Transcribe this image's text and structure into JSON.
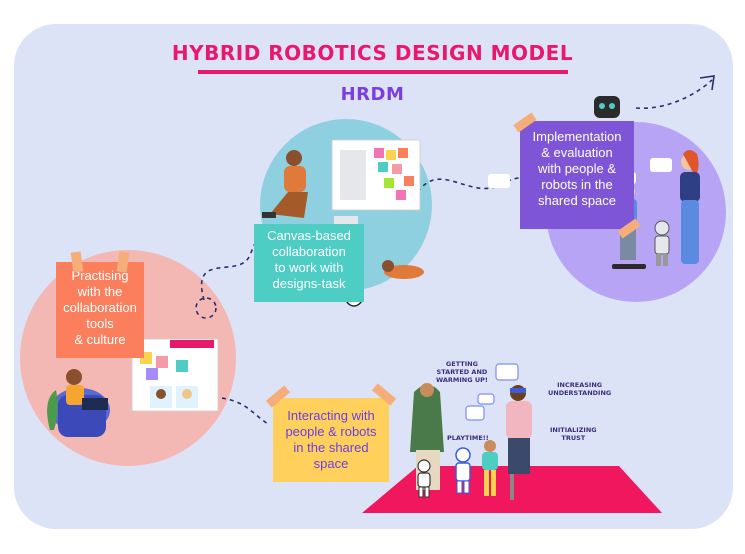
{
  "title": "HYBRID ROBOTICS DESIGN MODEL",
  "subtitle": "HRDM",
  "stages": [
    {
      "label_lines": [
        "Practising",
        "with the",
        "collaboration",
        "tools",
        "& culture"
      ]
    },
    {
      "label_lines": [
        "Canvas-based",
        "collaboration",
        "to work with",
        "designs-task"
      ]
    },
    {
      "label_lines": [
        "Implementation",
        "& evaluation",
        "with people &",
        "robots in the",
        "shared space"
      ]
    },
    {
      "label_lines": [
        "Interacting with",
        "people & robots",
        "in the shared",
        "space"
      ]
    }
  ],
  "scene_labels": {
    "getting_started": [
      "GETTING",
      "STARTED AND",
      "WARMING UP!"
    ],
    "playtime": "PLAYTIME!!",
    "increasing_understanding": [
      "INCREASING",
      "UNDERSTANDING"
    ],
    "initializing_trust": [
      "INITIALIZING",
      "TRUST"
    ]
  },
  "colors": {
    "background_panel": "#dde3f7",
    "title_pink": "#e8186d",
    "subtitle_purple": "#7b3fe0",
    "note_orange": "#fb7f5c",
    "note_teal": "#4ecdc4",
    "note_purple": "#7e55d6",
    "note_yellow": "#ffd15c",
    "tape": "#f5ad7a",
    "circle_pink": "#f4b8b4",
    "circle_blue": "#8fd0e0",
    "circle_lavender": "#b7a4f5",
    "floor_pink": "#f0175e",
    "path_navy": "#2b2f6b"
  }
}
